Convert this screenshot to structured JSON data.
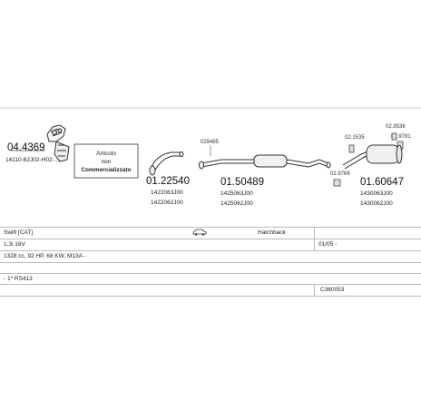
{
  "parts": {
    "catalytic_converter": {
      "number": "04.4369",
      "codes": [
        "14110-62J02-H02-..."
      ]
    },
    "front_pipe": {
      "number": "01.22540",
      "codes": [
        "1422063J00",
        "1422062J00"
      ]
    },
    "middle_silencer": {
      "number": "01.50489",
      "codes": [
        "1425063J00",
        "1425062J00"
      ]
    },
    "rear_silencer": {
      "number": "01.60647",
      "codes": [
        "1430063J00",
        "1430062J00"
      ]
    },
    "gasket_top": {
      "number": "029485"
    },
    "gasket_mid": {
      "number": "02.9769"
    },
    "clamp_1": {
      "number": "02.1535"
    },
    "clamp_2": {
      "number": "02.9536"
    },
    "clamp_3": {
      "number": "02.9781"
    }
  },
  "notice": {
    "lines": [
      "Articolo",
      "non",
      "Commercializzato"
    ]
  },
  "info": {
    "model": "Swift  [CAT]",
    "body": "Hatchback",
    "engine": "1.3i 16V",
    "date": "01/05 -",
    "spec": "1328 cc, 92 HP, 68 KW, M13A -",
    "extra": "- 1* RS413",
    "reference": "C360053"
  },
  "icons": {
    "car": "hatchback-car-icon"
  }
}
